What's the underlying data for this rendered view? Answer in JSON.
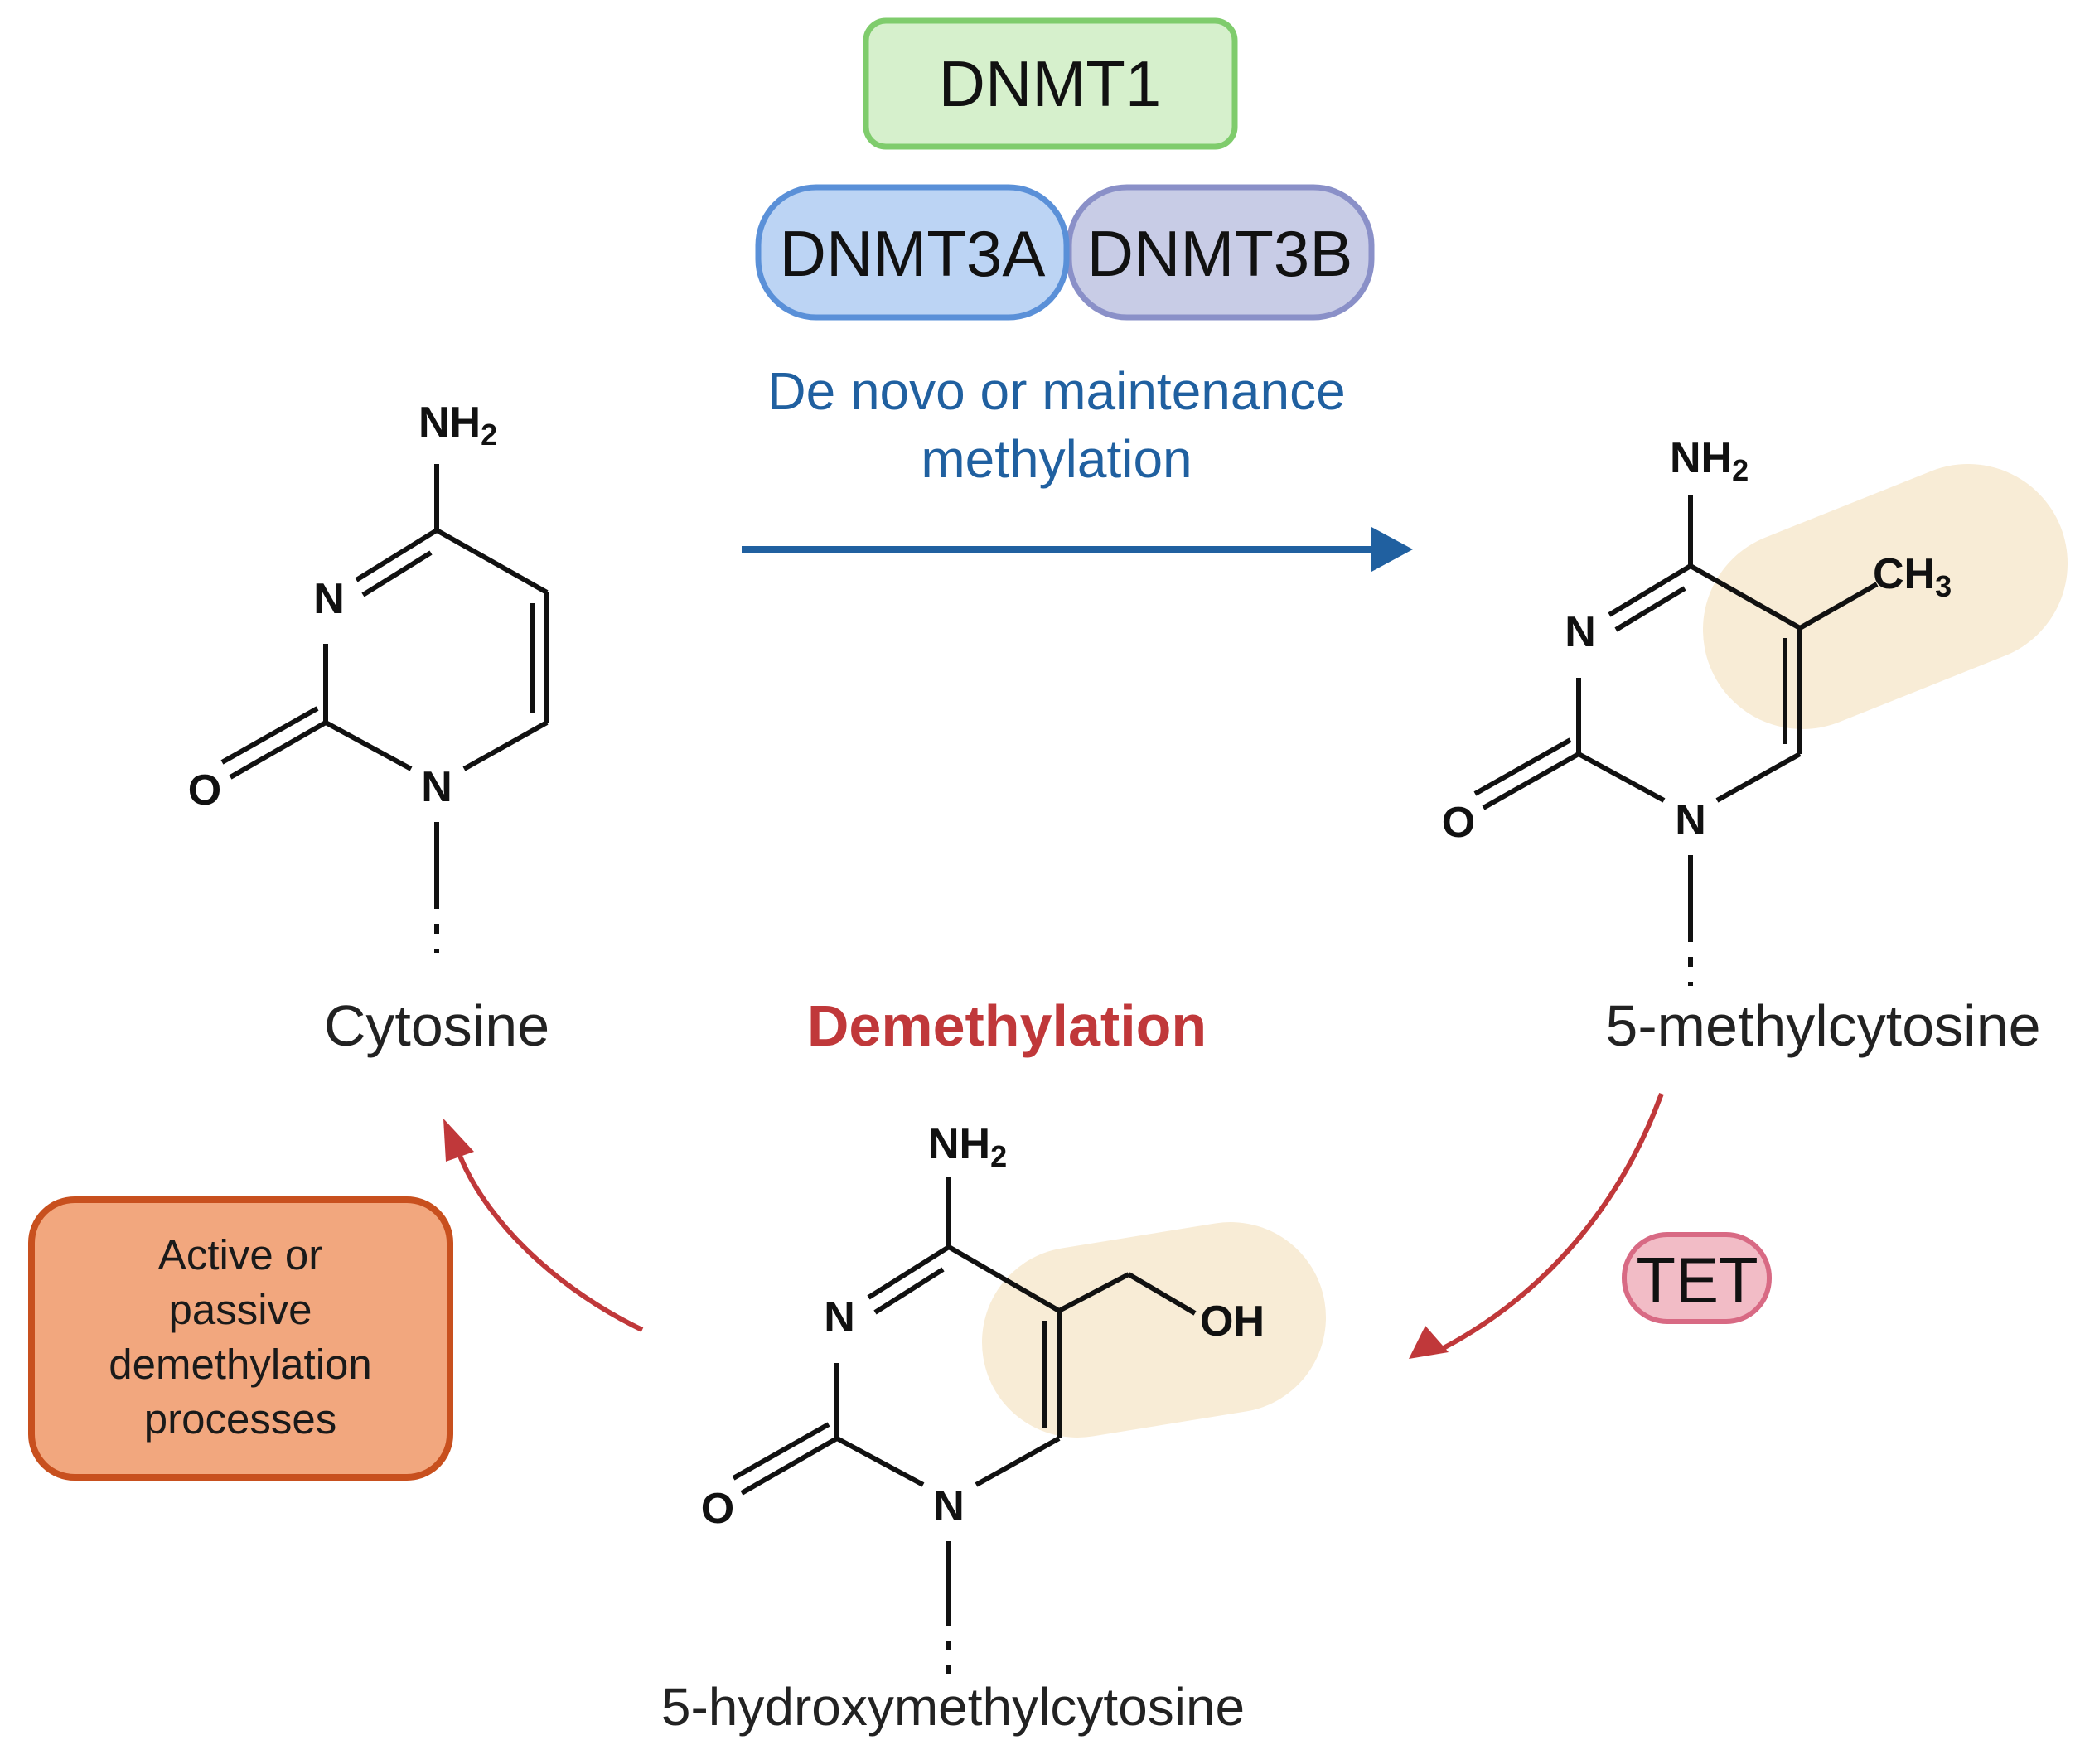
{
  "enzymes": {
    "dnmt1": "DNMT1",
    "dnmt3a": "DNMT3A",
    "dnmt3b": "DNMT3B",
    "tet": "TET"
  },
  "process": {
    "methylation_line1": "De novo or maintenance",
    "methylation_line2": "methylation",
    "demethylation": "Demethylation",
    "box_lines": [
      "Active or",
      "passive",
      "demethylation",
      "processes"
    ]
  },
  "molecules": {
    "cytosine": "Cytosine",
    "methylcytosine": "5-methylcytosine",
    "hydroxymethylcytosine": "5-hydroxymethylcytosine"
  },
  "atoms": {
    "N": "N",
    "O": "O",
    "NH": "NH",
    "CH": "CH",
    "OH": "OH",
    "sub2": "2",
    "sub3": "3"
  },
  "colors": {
    "dnmt1_fill": "#d6f0cc",
    "dnmt1_stroke": "#7fcc6c",
    "dnmt3a_fill": "#bcd4f4",
    "dnmt3a_stroke": "#5a90d8",
    "dnmt3b_fill": "#c8cce6",
    "dnmt3b_stroke": "#8a90c8",
    "tet_fill": "#f2bcc6",
    "tet_stroke": "#d86a84",
    "methylation_arrow": "#2060a0",
    "demethylation_arrow": "#c0383a",
    "box_fill": "#f2a77e",
    "box_stroke": "#c8501e",
    "highlight": "#f8ecd6"
  }
}
